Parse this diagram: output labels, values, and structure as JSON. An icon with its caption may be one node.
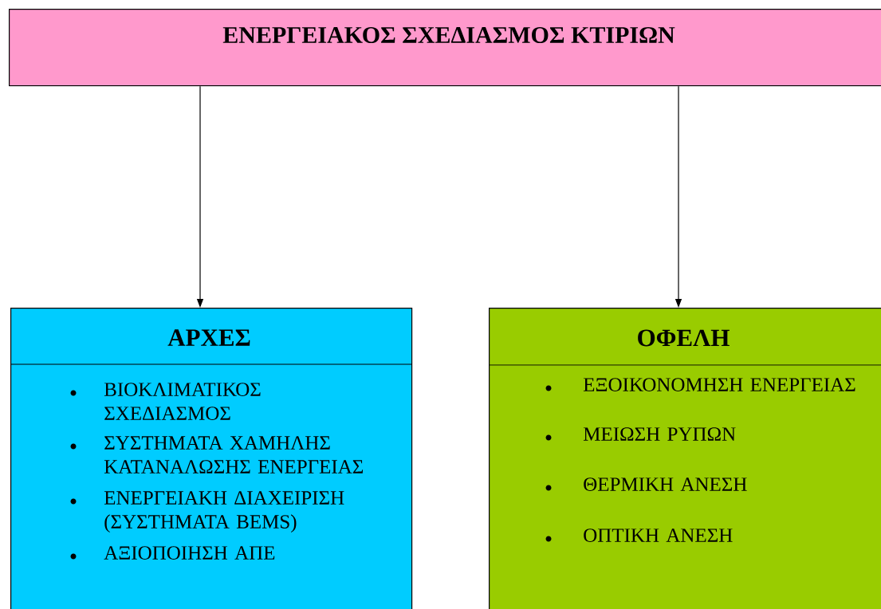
{
  "diagram": {
    "nodes": [
      {
        "text": [
          "ΕΝΕΡΓΕΙΑΚΟΣ ΣΧΕΔΙΑΣΜΟΣ ΚΤΙΡΙΩΝ"
        ]
      },
      {
        "text": [
          "ΑΡΧΕΣ",
          "ΒΙΟΚΛΙΜΑΤΙΚΟΣ ΣΧΕΔΙΑΣΜΟΣ",
          "ΣΥΣΤΗΜΑΤΑ ΧΑΜΗΛΗΣ ΚΑΤΑΝΑΛΩΣΗΣ ΕΝΕΡΓΕΙΑΣ",
          "ΕΝΕΡΓΕΙΑΚΗ ΔΙΑΧΕΙΡΙΣΗ (ΣΥΣΤΗΜΑΤΑ BEMS)",
          "ΑΞΙΟΠΟΙΗΣΗ ΑΠΕ"
        ]
      },
      {
        "text": [
          "ΟΦΕΛΗ",
          "ΕΞΟΙΚΟΝΟΜΗΣΗ ΕΝΕΡΓΕΙΑΣ",
          "ΜΕΙΩΣΗ ΡΥΠΩΝ",
          "ΘΕΡΜΙΚΗ ΑΝΕΣΗ",
          "ΟΠΤΙΚΗ ΑΝΕΣΗ"
        ]
      }
    ],
    "edges": [
      {
        "from": 0,
        "to": 1,
        "arrow": "to"
      },
      {
        "from": 0,
        "to": 2,
        "arrow": "to"
      }
    ]
  }
}
